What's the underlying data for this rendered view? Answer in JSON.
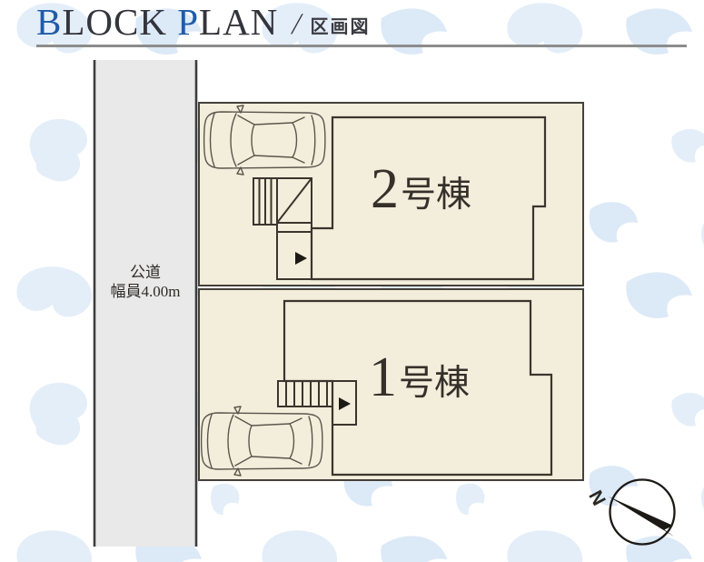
{
  "header": {
    "title_segments": [
      {
        "text": "B",
        "accent": true
      },
      {
        "text": "LOCK ",
        "accent": false
      },
      {
        "text": "P",
        "accent": true
      },
      {
        "text": "LAN",
        "accent": false
      }
    ],
    "separator": "/",
    "subtitle": "区画図"
  },
  "road": {
    "line1": "公道",
    "line2": "幅員4.00m"
  },
  "buildings": [
    {
      "number": "2",
      "suffix": "号棟"
    },
    {
      "number": "1",
      "suffix": "号棟"
    }
  ],
  "compass": {
    "north": "N"
  },
  "colors": {
    "accent_blue": "#1f5ba9",
    "title_dark": "#34343c",
    "divider_gray": "#8c8c8c",
    "lot_fill": "#f3eedb",
    "road_fill": "#e9e9e9",
    "outline_dark": "#3a352e",
    "pattern_blue": "#e4eef9"
  }
}
